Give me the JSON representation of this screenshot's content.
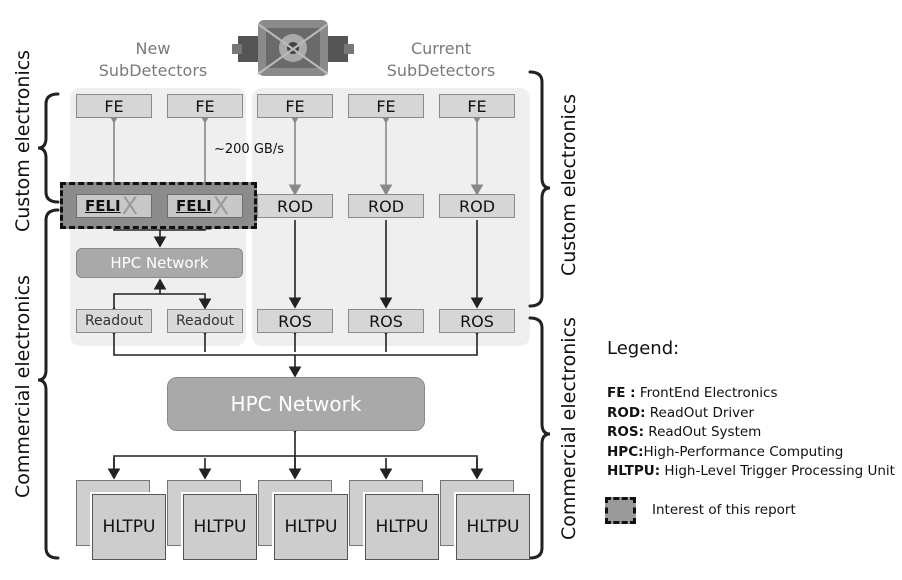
{
  "headers": {
    "new": "New\nSubDetectors",
    "current": "Current\nSubDetectors"
  },
  "fe_label": "FE",
  "rod_label": "ROD",
  "ros_label": "ROS",
  "felix": {
    "prefix": "FELI",
    "suffix": "X"
  },
  "bandwidth": "~200 GB/s",
  "hpc_small": "HPC Network",
  "hpc_big": "HPC Network",
  "readout_label": "Readout",
  "hltpu_label": "HLTPU",
  "side_labels": {
    "left_top": "Custom electronics",
    "left_bottom": "Commercial electronics",
    "right_top": "Custom electronics",
    "right_bottom": "Commercial electronics"
  },
  "legend": {
    "title": "Legend:",
    "items": [
      {
        "key": "FE :",
        "value": " FrontEnd Electronics"
      },
      {
        "key": "ROD:",
        "value": " ReadOut Driver"
      },
      {
        "key": "ROS:",
        "value": " ReadOut System"
      },
      {
        "key": "HPC:",
        "value": "High-Performance Computing"
      },
      {
        "key": "HLTPU:",
        "value": " High-Level Trigger Processing Unit"
      }
    ],
    "interest": "Interest of this report"
  }
}
